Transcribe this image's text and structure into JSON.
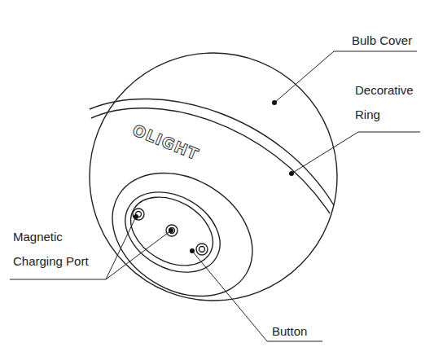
{
  "diagram": {
    "labels": [
      "Bulb Cover",
      "Decorative Ring",
      "Magnetic Charging Port",
      "Button",
      "OLIGHT"
    ]
  }
}
